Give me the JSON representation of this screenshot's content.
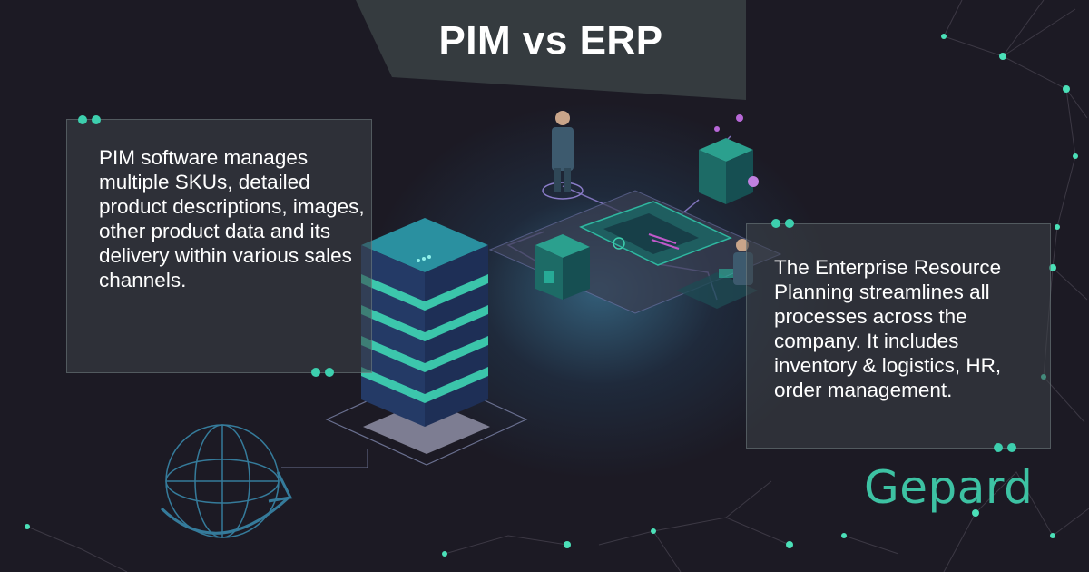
{
  "title": "PIM vs ERP",
  "left_card": {
    "text": "PIM software manages multiple SKUs, detailed product descriptions, images, other product data and its delivery within various sales channels."
  },
  "right_card": {
    "text": "The Enterprise Resource Planning streamlines all processes across the company. It includes inventory & logistics, HR, order management."
  },
  "brand": {
    "name": "Gepard",
    "color": "#3dc2a3"
  },
  "colors": {
    "background": "#1c1a24",
    "accent": "#3dcfae",
    "card": "#3e4448"
  },
  "icons": [
    "server-stack-icon",
    "globe-icon",
    "businessman-icon",
    "office-worker-icon",
    "dashboard-screen-icon",
    "processor-cube-icon",
    "network-node-icon"
  ]
}
